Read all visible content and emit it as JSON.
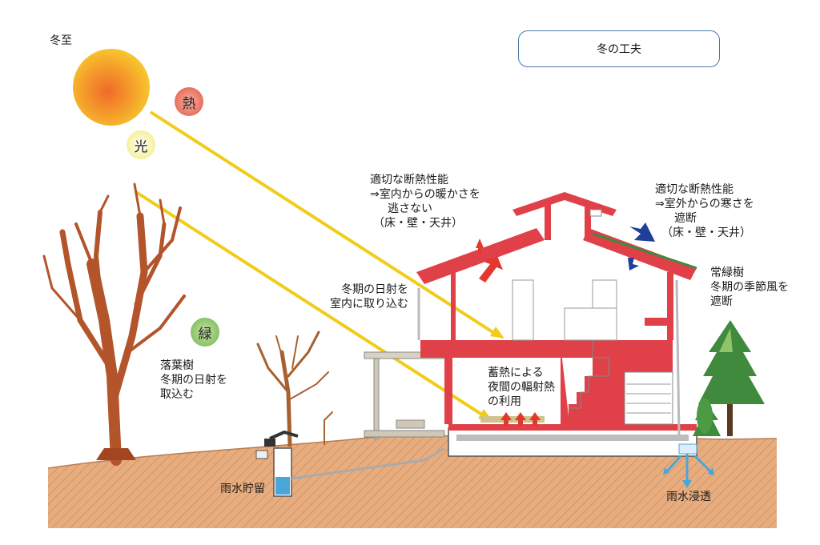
{
  "title": "冬の工夫",
  "solstice": "冬至",
  "badges": {
    "heat": "熱",
    "light": "光",
    "green": "緑"
  },
  "labels": {
    "insulation_left": [
      "適切な断熱性能",
      "⇒室内からの暖かさを",
      "逃さない",
      "（床・壁・天井）"
    ],
    "insulation_right": [
      "適切な断熱性能",
      "⇒室外からの寒さを",
      "遮断",
      "（床・壁・天井）"
    ],
    "sunlight_in": [
      "冬期の日射を",
      "室内に取り込む"
    ],
    "deciduous": [
      "落葉樹",
      "冬期の日射を",
      "取込む"
    ],
    "evergreen": [
      "常緑樹",
      "冬期の季節風を",
      "遮断"
    ],
    "thermal": [
      "蓄熱による",
      "夜間の輻射熱",
      "の利用"
    ],
    "rain_storage": "雨水貯留",
    "rain_infiltration": "雨水浸透"
  },
  "colors": {
    "house_red": "#e04148",
    "sun": "#f4b52a",
    "sun_ray": "#f2cc1a",
    "ground": "#e6a97a",
    "arrow_red": "#e2392f",
    "arrow_blue": "#1f3f99",
    "water": "#4aa6d8",
    "tree": "#b3542b",
    "evergreen": "#3f8a3c"
  }
}
